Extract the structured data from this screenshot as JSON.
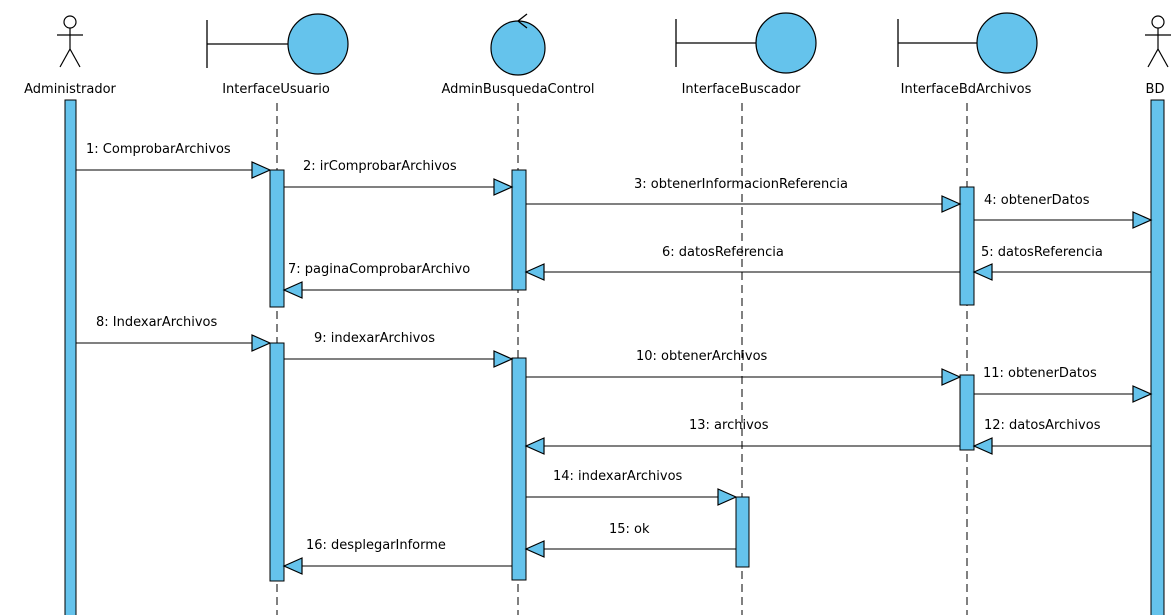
{
  "colors": {
    "fill": "#65c3ec",
    "stroke": "#000000",
    "lifeline": "#000000",
    "background": "#ffffff"
  },
  "participants": [
    {
      "id": "p0",
      "name": "Administrador",
      "kind": "actor"
    },
    {
      "id": "p1",
      "name": "InterfaceUsuario",
      "kind": "boundary"
    },
    {
      "id": "p2",
      "name": "AdminBusquedaControl",
      "kind": "control"
    },
    {
      "id": "p3",
      "name": "InterfaceBuscador",
      "kind": "boundary"
    },
    {
      "id": "p4",
      "name": "InterfaceBdArchivos",
      "kind": "boundary"
    },
    {
      "id": "p5",
      "name": "BD",
      "kind": "actor"
    }
  ],
  "messages": [
    {
      "label": "1: ComprobarArchivos",
      "from": "p0",
      "to": "p1"
    },
    {
      "label": "2: irComprobarArchivos",
      "from": "p1",
      "to": "p2"
    },
    {
      "label": "3: obtenerInformacionReferencia",
      "from": "p2",
      "to": "p4"
    },
    {
      "label": "4: obtenerDatos",
      "from": "p4",
      "to": "p5"
    },
    {
      "label": "5: datosReferencia",
      "from": "p5",
      "to": "p4"
    },
    {
      "label": "6: datosReferencia",
      "from": "p4",
      "to": "p2"
    },
    {
      "label": "7: paginaComprobarArchivo",
      "from": "p2",
      "to": "p1"
    },
    {
      "label": "8: IndexarArchivos",
      "from": "p0",
      "to": "p1"
    },
    {
      "label": "9: indexarArchivos",
      "from": "p1",
      "to": "p2"
    },
    {
      "label": "10: obtenerArchivos",
      "from": "p2",
      "to": "p4"
    },
    {
      "label": "11: obtenerDatos",
      "from": "p4",
      "to": "p5"
    },
    {
      "label": "12: datosArchivos",
      "from": "p5",
      "to": "p4"
    },
    {
      "label": "13: archivos",
      "from": "p4",
      "to": "p2"
    },
    {
      "label": "14: indexarArchivos",
      "from": "p2",
      "to": "p3"
    },
    {
      "label": "15: ok",
      "from": "p3",
      "to": "p2"
    },
    {
      "label": "16: desplegarInforme",
      "from": "p2",
      "to": "p1"
    }
  ]
}
